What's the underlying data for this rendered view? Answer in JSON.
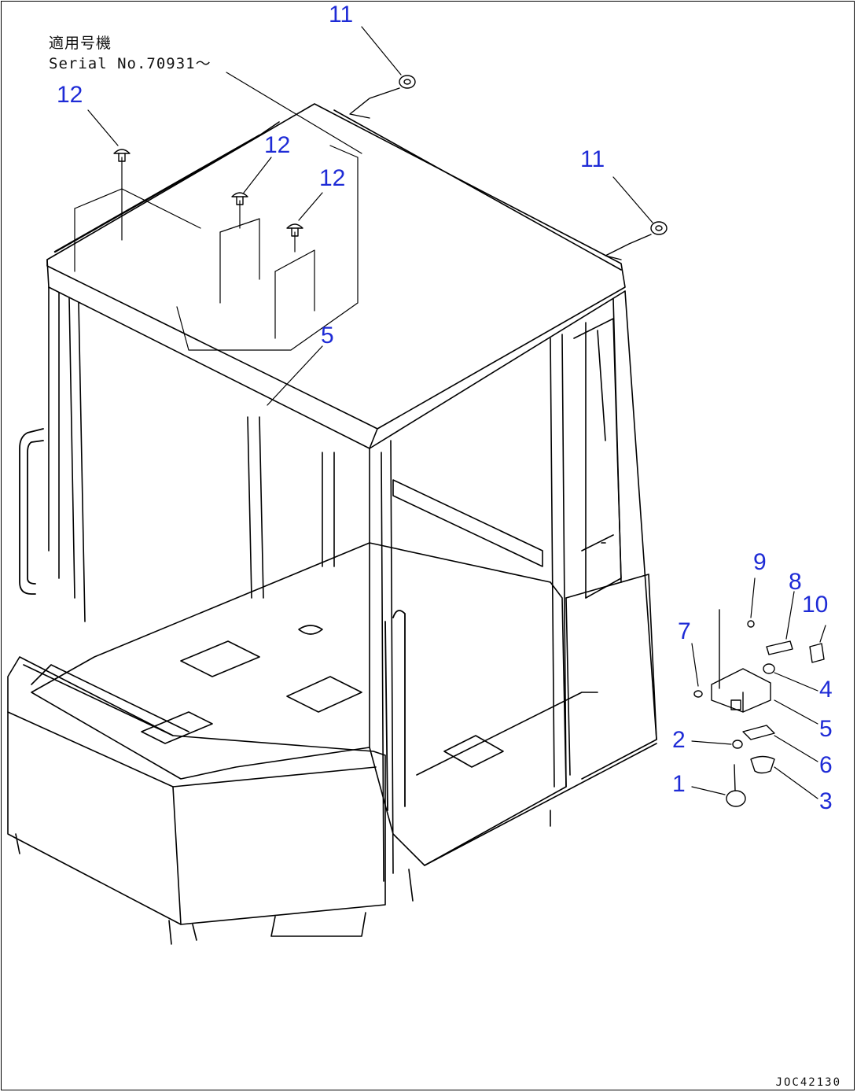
{
  "note": {
    "line1": "適用号機",
    "line2": "Serial No.70931～"
  },
  "drawing_id": "JOC42130",
  "callouts": {
    "c11a": "11",
    "c11b": "11",
    "c12a": "12",
    "c12b": "12",
    "c12c": "12",
    "c5a": "5",
    "c5b": "5",
    "c9": "9",
    "c8": "8",
    "c10": "10",
    "c7": "7",
    "c4": "4",
    "c2": "2",
    "c6": "6",
    "c1": "1",
    "c3": "3"
  },
  "colors": {
    "callout": "#1e2bd6",
    "line": "#000000"
  }
}
